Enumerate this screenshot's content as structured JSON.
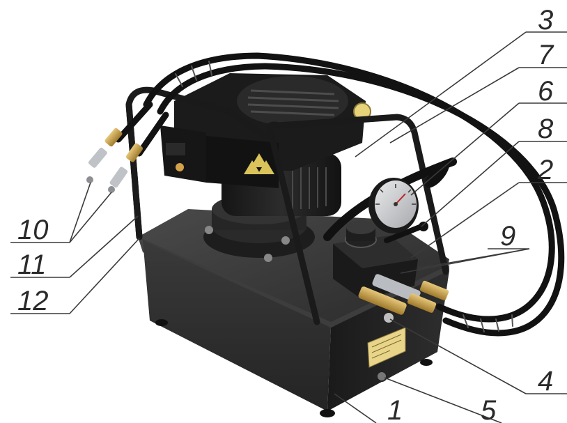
{
  "figure": {
    "callouts": [
      {
        "id": "c1",
        "text": "1"
      },
      {
        "id": "c2",
        "text": "2"
      },
      {
        "id": "c3",
        "text": "3"
      },
      {
        "id": "c4",
        "text": "4"
      },
      {
        "id": "c5",
        "text": "5"
      },
      {
        "id": "c6",
        "text": "6"
      },
      {
        "id": "c7",
        "text": "7"
      },
      {
        "id": "c8",
        "text": "8"
      },
      {
        "id": "c9",
        "text": "9"
      },
      {
        "id": "c10",
        "text": "10"
      },
      {
        "id": "c11",
        "text": "11"
      },
      {
        "id": "c12",
        "text": "12"
      }
    ],
    "colors": {
      "tank": "#2c2c2c",
      "motor": "#1e1e1e",
      "frame": "#222222",
      "hose": "#141414",
      "brass": "#c9a04a",
      "steel": "#b9bcc0",
      "label_line": "#3a3a3a",
      "background": "#ffffff"
    },
    "icons": [
      "warning-sign-icon",
      "pressure-gauge-icon",
      "nameplate-icon"
    ]
  }
}
